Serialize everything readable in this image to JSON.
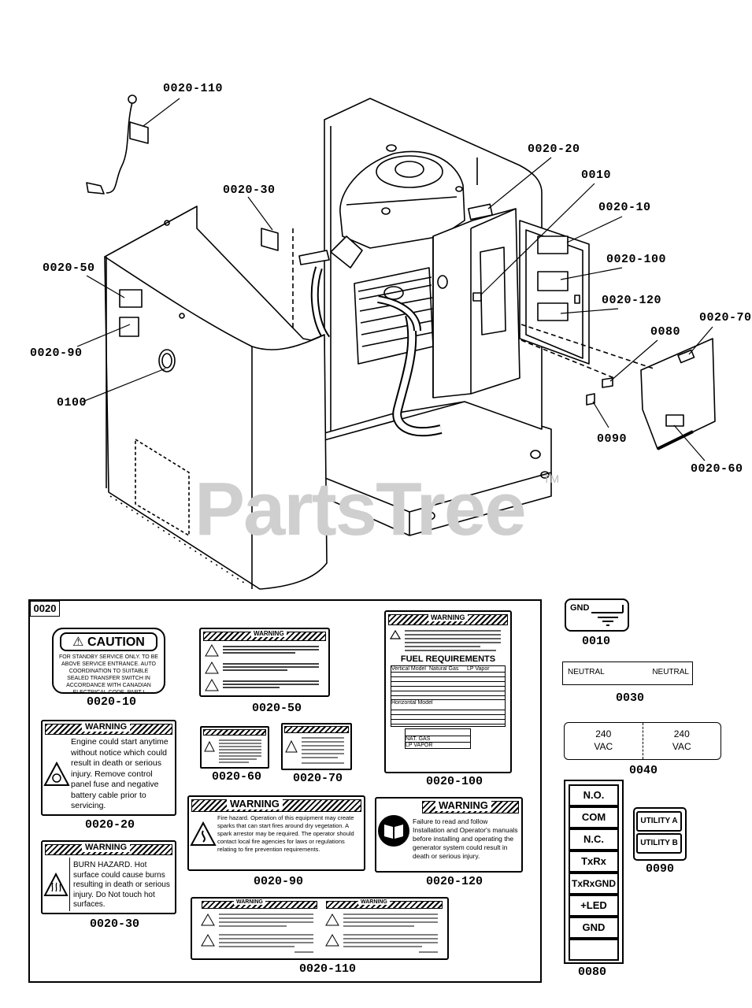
{
  "watermark": {
    "text": "PartsTree",
    "tm": "TM"
  },
  "callouts": [
    {
      "id": "c-0020-110",
      "text": "0020-110"
    },
    {
      "id": "c-0020-30",
      "text": "0020-30"
    },
    {
      "id": "c-0020-50",
      "text": "0020-50"
    },
    {
      "id": "c-0020-90",
      "text": "0020-90"
    },
    {
      "id": "c-0100",
      "text": "0100"
    },
    {
      "id": "c-0020-20",
      "text": "0020-20"
    },
    {
      "id": "c-0010",
      "text": "0010"
    },
    {
      "id": "c-0020-10",
      "text": "0020-10"
    },
    {
      "id": "c-0020-100",
      "text": "0020-100"
    },
    {
      "id": "c-0020-120",
      "text": "0020-120"
    },
    {
      "id": "c-0080",
      "text": "0080"
    },
    {
      "id": "c-0020-70",
      "text": "0020-70"
    },
    {
      "id": "c-0090",
      "text": "0090"
    },
    {
      "id": "c-0020-60",
      "text": "0020-60"
    }
  ],
  "kit": {
    "tag": "0020",
    "labels": {
      "l10": {
        "header": "CAUTION",
        "caption": "0020-10",
        "body": "FOR STANDBY SERVICE ONLY. TO BE ABOVE SERVICE ENTRANCE. AUTO COORDINATION TO SUITABLE SEALED TRANSFER SWITCH IN ACCORDANCE WITH CANADIAN ELECTRICAL CODE, PART I"
      },
      "l50": {
        "header": "WARNING",
        "caption": "0020-50"
      },
      "l100": {
        "header": "WARNING",
        "caption": "0020-100",
        "fuel_title": "FUEL REQUIREMENTS",
        "rows": [
          [
            "Vertical Model",
            "Natural Gas",
            "LP Vapor"
          ],
          [
            "Horizontal Model",
            "",
            ""
          ],
          [
            "NAT. GAS",
            "",
            ""
          ],
          [
            "LP VAPOR",
            "",
            ""
          ]
        ]
      },
      "l20": {
        "header": "WARNING",
        "caption": "0020-20",
        "body": "Engine could start anytime without notice which could result in death or serious injury. Remove control panel fuse and negative battery cable prior to servicing."
      },
      "l60": {
        "caption": "0020-60"
      },
      "l70": {
        "caption": "0020-70"
      },
      "l90": {
        "header": "WARNING",
        "caption": "0020-90",
        "body": "Fire hazard. Operation of this equipment may create sparks that can start fires around dry vegetation. A spark arrestor may be required. The operator should contact local fire agencies for laws or regulations relating to fire prevention requirements."
      },
      "l120": {
        "header": "WARNING",
        "caption": "0020-120",
        "body": "Failure to read and follow Installation and Operator's manuals before installing and operating the generator system could result in death or serious injury."
      },
      "l30": {
        "header": "WARNING",
        "caption": "0020-30",
        "body": "BURN HAZARD. Hot surface could cause burns resulting in death or serious injury. Do Not touch hot surfaces."
      },
      "l110": {
        "header": "WARNING",
        "caption": "0020-110"
      }
    }
  },
  "right_parts": {
    "p0010": {
      "text": "GND",
      "caption": "0010"
    },
    "p0030": {
      "left": "NEUTRAL",
      "right": "NEUTRAL",
      "caption": "0030"
    },
    "p0040": {
      "left": "240 VAC",
      "right": "240 VAC",
      "caption": "0040"
    },
    "p0080": {
      "terminals": [
        "N.O.",
        "COM",
        "N.C.",
        "TxRx",
        "TxRxGND",
        "+LED",
        "GND",
        ""
      ],
      "caption": "0080"
    },
    "p0090": {
      "a": "UTILITY A",
      "b": "UTILITY B",
      "caption": "0090"
    }
  }
}
